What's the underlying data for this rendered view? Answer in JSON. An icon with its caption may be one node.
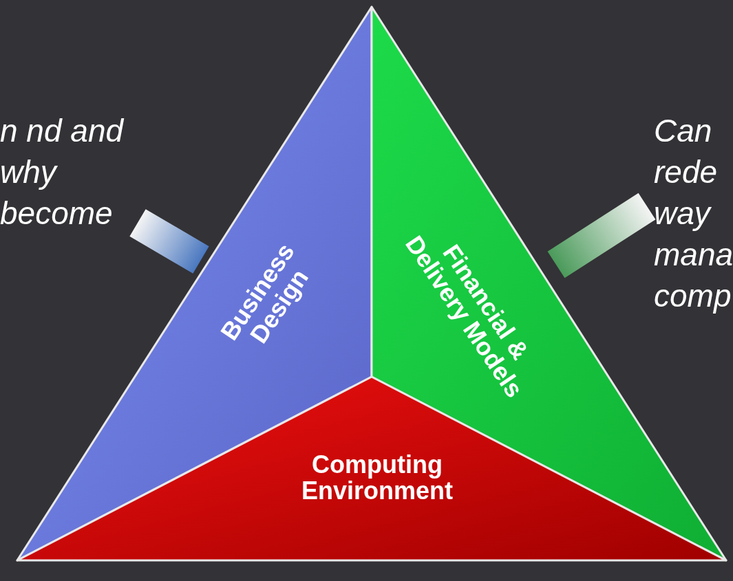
{
  "diagram": {
    "nodes": [
      {
        "text": [
          "n nd and why become"
        ]
      },
      {
        "text": [
          "Can rede way mana comp"
        ]
      },
      {
        "text": [
          "Business Design"
        ]
      },
      {
        "text": [
          "Financial & Delivery Models"
        ]
      },
      {
        "text": [
          "Computing Environment"
        ]
      }
    ],
    "edges": [
      {
        "from": 0,
        "to": 2,
        "arrow": "none"
      },
      {
        "from": 1,
        "to": 3,
        "arrow": "none"
      }
    ]
  }
}
